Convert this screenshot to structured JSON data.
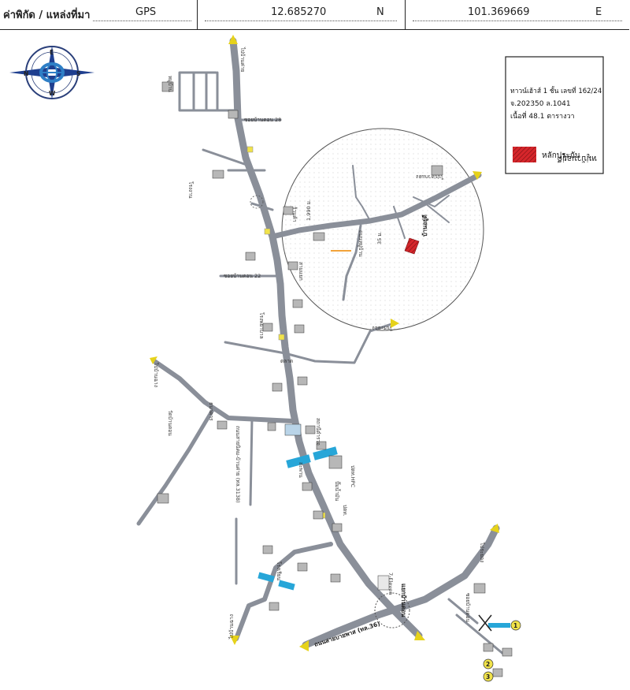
{
  "header": {
    "coord_label": "ค่าพิกัด / แหล่งที่มา",
    "source": "GPS",
    "latitude": "12.685270",
    "lat_hemisphere": "N",
    "longitude": "101.369669",
    "lon_hemisphere": "E"
  },
  "compass": {
    "north": "N",
    "south": "S",
    "east": "E",
    "west": "W"
  },
  "legend": {
    "village": "หมู่บ้านอยู่ดี",
    "collateral": "หลักประกัน",
    "building": "ทาวน์เฮ้าส์ 1 ชั้น เลขที่ 162/24",
    "deed": "จ.202350 ล.1041",
    "area": "เนื้อที่ 48.1 ตารางวา"
  },
  "labels": {
    "to_ban_khai": "ไปบ้านค่าย",
    "to_pluak_daeng": "ไปปลวกแดง",
    "to_rayong": "ไประยอง",
    "to_ban_chang": "ไปบ้านฉาง",
    "sukhumvit_36": "ถนนสายบายพาส (ทล.36)",
    "soi_28": "ซอยบ้านดอน 28",
    "soi_22": "ซอยบ้านดอน 22",
    "distance_1990": "1,990 ม.",
    "width_35": "35 ม.",
    "road_3138": "ถนนสายนิคม-บ้านค่าย (ทล.3138)",
    "ban_don": "แยกบ้านดอน",
    "hpc": "ปตท.HPC",
    "seven_eleven": "7-Eleven",
    "loc_1": "1",
    "loc_2": "2",
    "loc_3": "3",
    "dest_site": "บ้านอยู่ดี",
    "temple": "วัดบ้านดอน",
    "school": "โรงเรียน",
    "market": "ตลาด",
    "bank": "ธนาคาร",
    "police": "สถานีตำรวจ",
    "hospital": "โรงพยาบาล",
    "bridge": "สะพาน",
    "pump": "ปั๊มน้ำมัน",
    "ptt": "ปตท.",
    "village2": "หมู่บ้าน",
    "factory": "โรงงาน",
    "shop": "ร้านค้า",
    "junction": "สามแยก",
    "road_village": "ถนนหมู่บ้าน",
    "soi_ban_don": "ซอยบ้านดอน"
  },
  "colors": {
    "road": "#8a8f99",
    "road_edge": "#6b6f78",
    "blue_marker": "#27a6d8",
    "collateral": "#d6262b",
    "yellow_sign": "#f1e34a",
    "orange_line": "#f2a33a",
    "legend_border": "#222222"
  }
}
